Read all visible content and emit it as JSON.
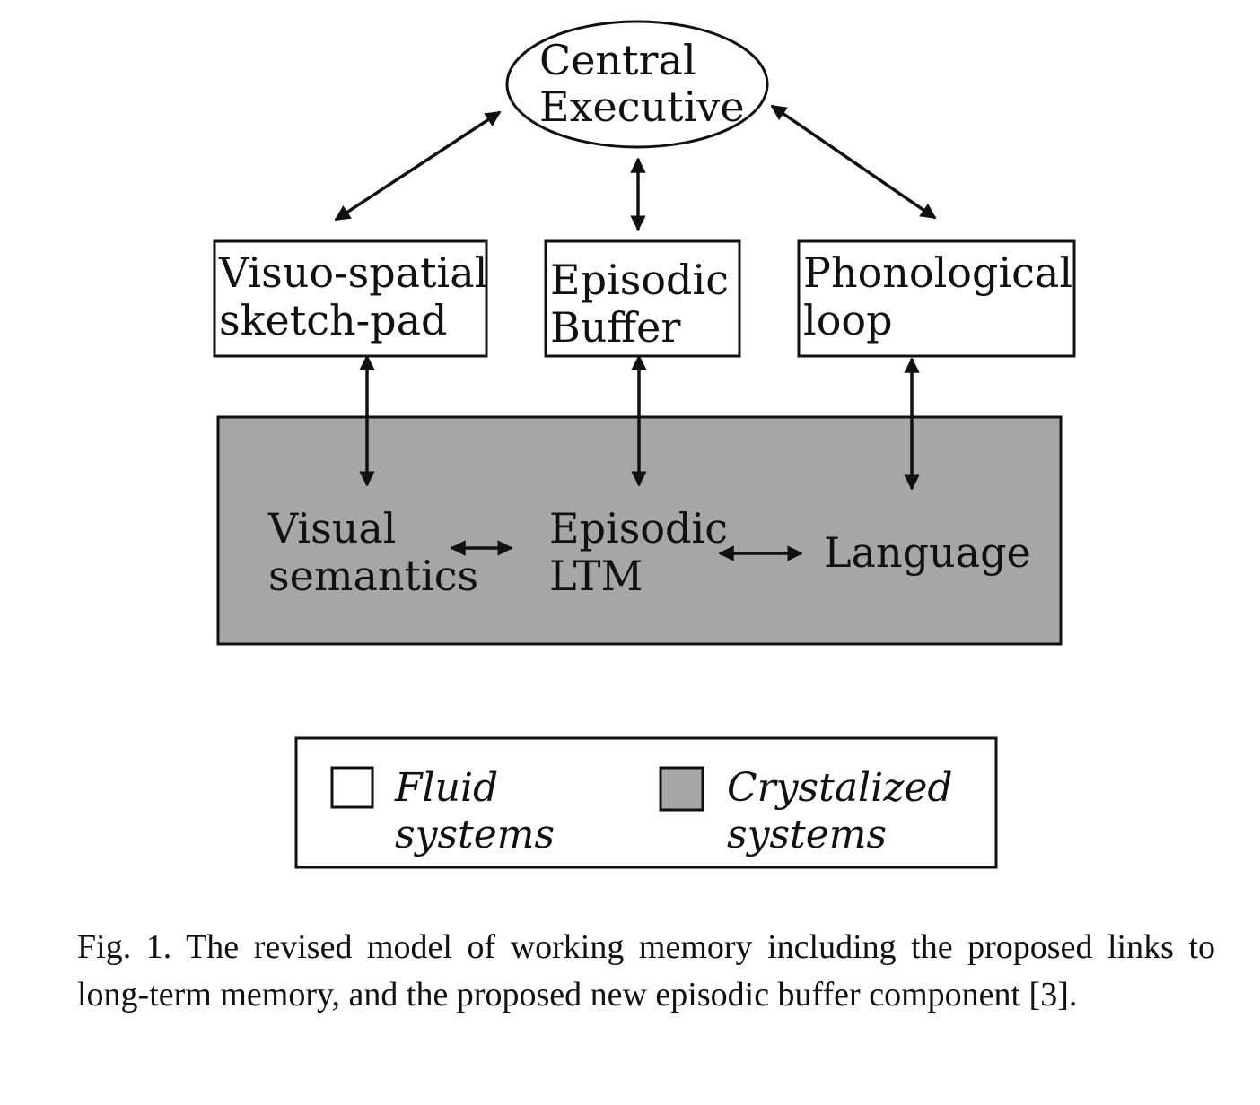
{
  "diagram": {
    "central_executive": {
      "line1": "Central",
      "line2": "Executive"
    },
    "visuo_spatial": {
      "line1": "Visuo-spatial",
      "line2": "sketch-pad"
    },
    "episodic_buffer": {
      "line1": "Episodic",
      "line2": "Buffer"
    },
    "phonological": {
      "line1": "Phonological",
      "line2": "loop"
    },
    "visual_semantics": {
      "line1": "Visual",
      "line2": "semantics"
    },
    "episodic_ltm": {
      "line1": "Episodic",
      "line2": "LTM"
    },
    "language": {
      "label": "Language"
    },
    "colors": {
      "fluid": "#ffffff",
      "crystalized": "#a6a6a6",
      "stroke": "#111111"
    }
  },
  "legend": {
    "fluid": {
      "line1": "Fluid",
      "line2": "systems"
    },
    "crystalized": {
      "line1": "Crystalized",
      "line2": "systems"
    }
  },
  "caption": "Fig. 1. The revised model of working memory including the proposed links to long-term memory, and the proposed new episodic buffer component [3]."
}
